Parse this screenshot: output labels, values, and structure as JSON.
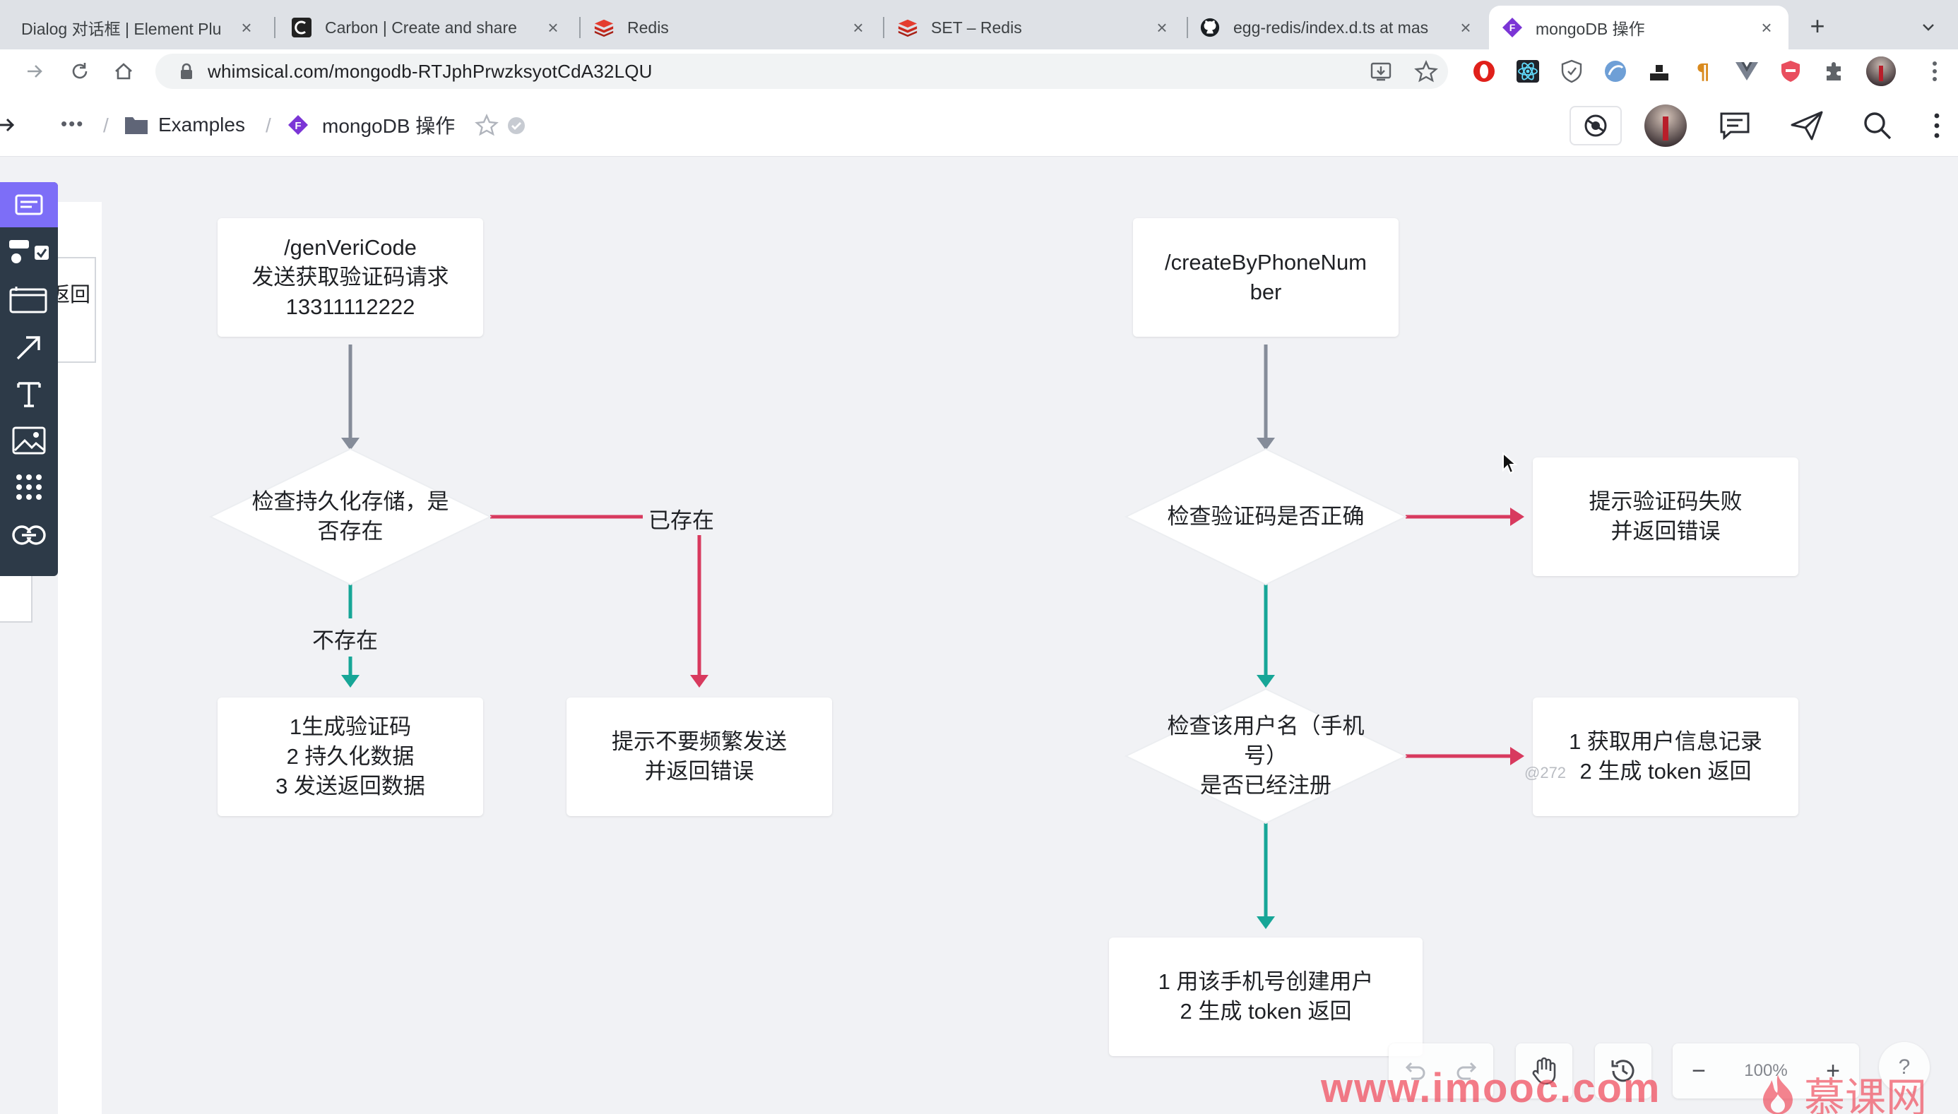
{
  "browser": {
    "tabs": [
      {
        "title": "Dialog 对话框 | Element Plu",
        "icon": "element-icon"
      },
      {
        "title": "Carbon | Create and share",
        "icon": "carbon-icon"
      },
      {
        "title": "Redis",
        "icon": "redis-icon"
      },
      {
        "title": "SET – Redis",
        "icon": "redis-icon"
      },
      {
        "title": "egg-redis/index.d.ts at mas",
        "icon": "github-icon"
      },
      {
        "title": "mongoDB 操作",
        "icon": "whimsical-icon"
      }
    ],
    "close_glyph": "×",
    "new_tab_glyph": "+",
    "url": "whimsical.com/mongodb-RTJphPrwzksyotCdA32LQU"
  },
  "app": {
    "more_glyph": "•••",
    "separator": "/",
    "folder_label": "Examples",
    "doc_title": "mongoDB 操作"
  },
  "canvas": {
    "stub_text": "返回",
    "handle_text": "@272",
    "flow_left": {
      "start": "/genVeriCode\n发送获取验证码请求\n13311112222",
      "check": "检查持久化存储，是\n否存在",
      "exists_label": "已存在",
      "notexists_label": "不存在",
      "success": "1生成验证码\n2 持久化数据\n3 发送返回数据",
      "fail": "提示不要频繁发送\n并返回错误"
    },
    "flow_right": {
      "start": "/createByPhoneNum\nber",
      "check_code": "检查验证码是否正确",
      "code_fail": "提示验证码失败\n并返回错误",
      "check_user": "检查该用户名（手机\n号）\n是否已经注册",
      "user_exists": "1 获取用户信息记录\n2 生成 token 返回",
      "create_user": "1 用该手机号创建用户\n2 生成 token 返回"
    }
  },
  "controls": {
    "zoom": "100%",
    "zoom_out": "−",
    "zoom_in": "+",
    "help": "?"
  },
  "watermark": {
    "site": "www.imooc.com",
    "brand": "慕课网"
  },
  "colors": {
    "gray_arrow": "#858c99",
    "red_arrow": "#d83a5e",
    "teal_arrow": "#17a697",
    "tool_accent": "#7d6ef7"
  }
}
